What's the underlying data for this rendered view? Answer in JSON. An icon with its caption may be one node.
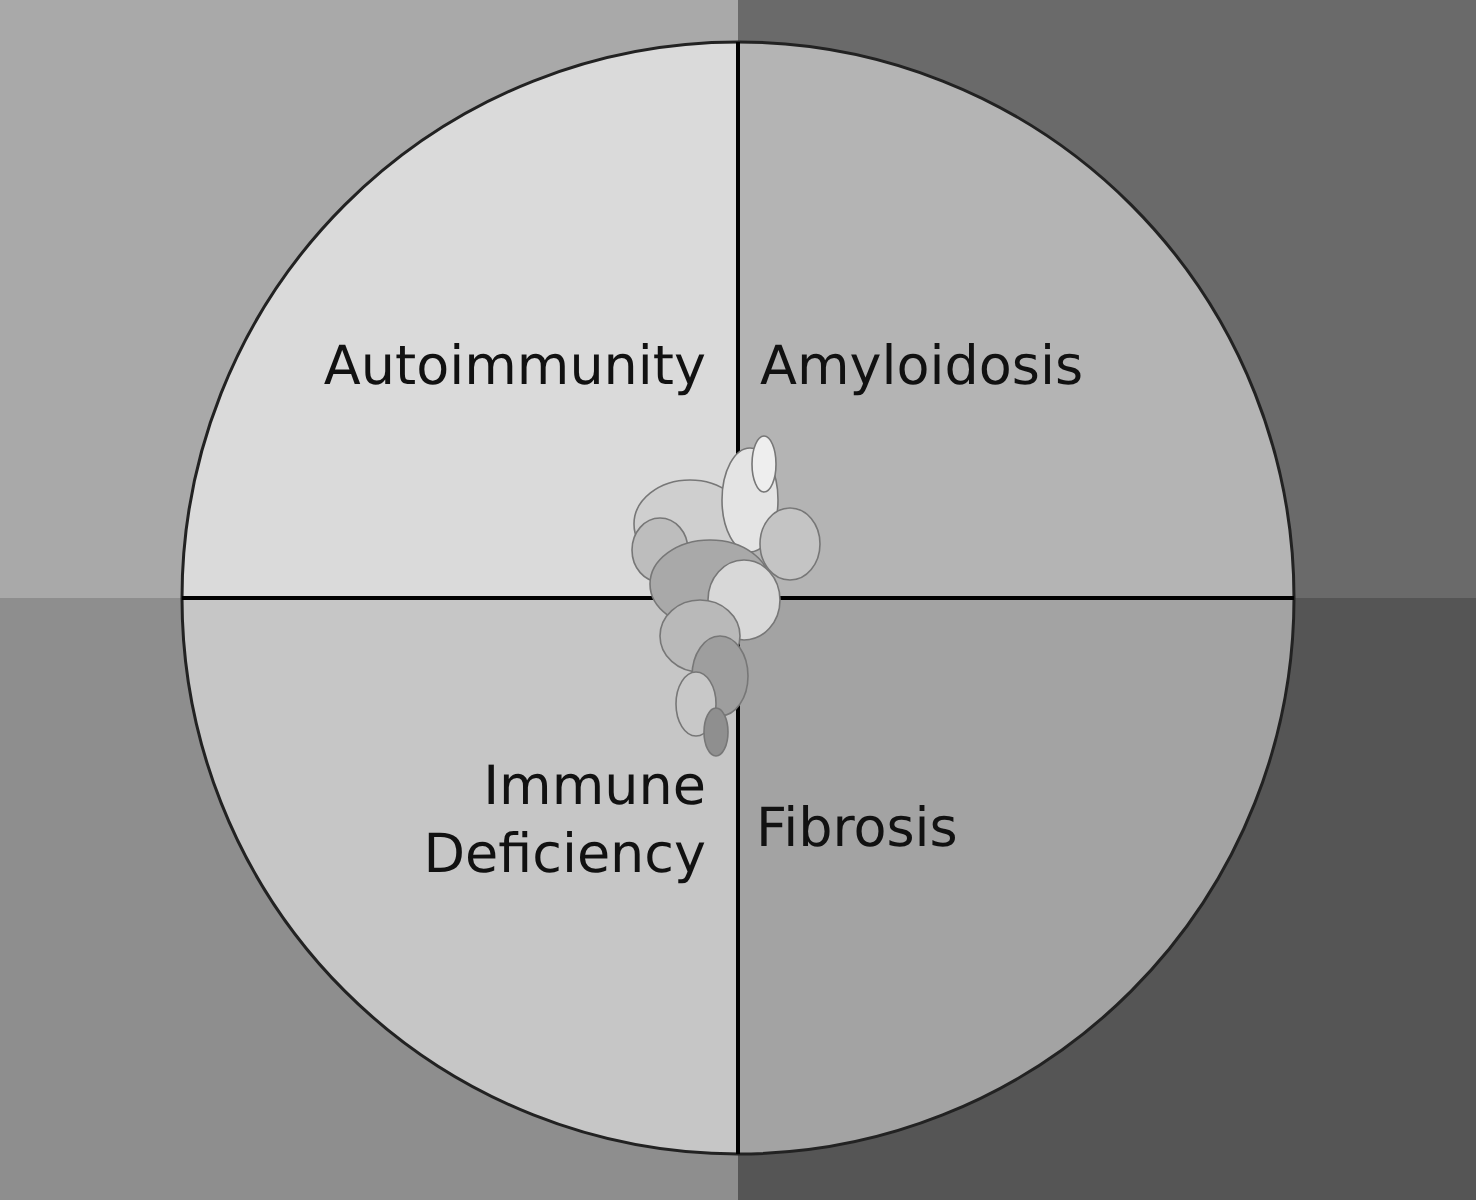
{
  "diagram": {
    "nodes": [
      {
        "text": [
          "Autoimmunity"
        ]
      },
      {
        "text": [
          "Amyloidosis"
        ]
      },
      {
        "text": [
          "Immune Deficiency"
        ]
      },
      {
        "text": [
          "Fibrosis"
        ]
      }
    ]
  }
}
